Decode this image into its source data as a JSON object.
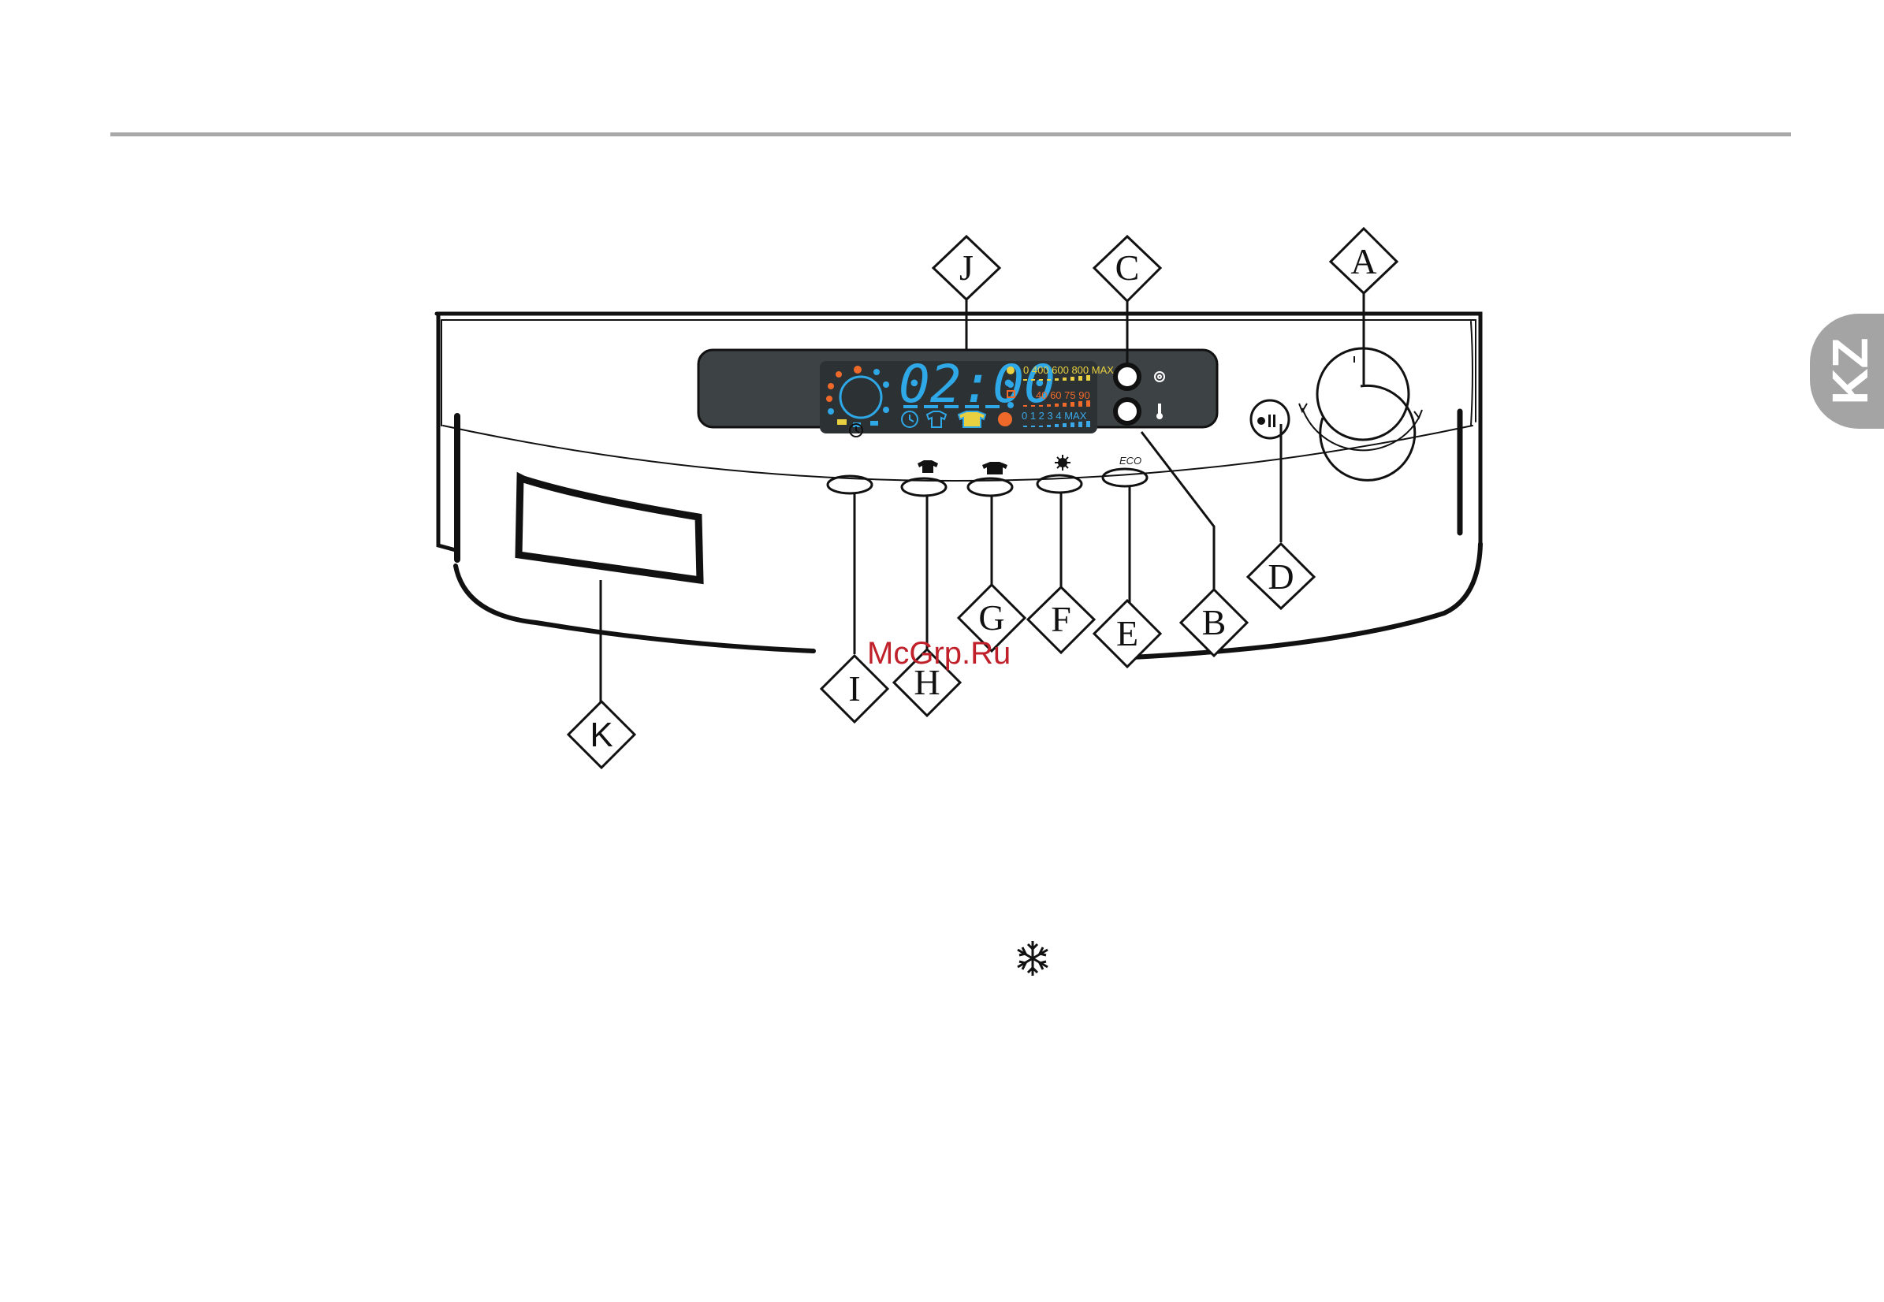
{
  "callouts": {
    "A": "A",
    "B": "B",
    "C": "C",
    "D": "D",
    "E": "E",
    "F": "F",
    "G": "G",
    "H": "H",
    "I": "I",
    "J": "J",
    "K": "K"
  },
  "side_tab": "KZ",
  "watermark": "McGrp.Ru",
  "display": {
    "time": "02:00",
    "spin_scale": "0  400  600  800  MAX",
    "temp_scale": "40   60   75   90",
    "soil_scale": "0   1   2   3   4  MAX"
  },
  "buttons": {
    "eco_label": "ECO"
  },
  "colors": {
    "panel_dark": "#3d4244",
    "lcd_bg": "#2c3134",
    "lcd_blue": "#2fa8e8",
    "lcd_orange": "#ef6a2a",
    "lcd_yellow": "#e8d040",
    "tab_gray": "#a4a4a4",
    "rule_gray": "#a8a8a8"
  },
  "icons": {
    "button_I": "clock-icon",
    "button_H": "shirt-icon",
    "button_G": "shirts-icon",
    "button_F": "sun-icon",
    "knob_C_top": "spin-icon",
    "knob_C_bottom": "thermometer-icon",
    "button_D": "start-pause-icon",
    "bottom_symbol": "snowflake-icon"
  }
}
